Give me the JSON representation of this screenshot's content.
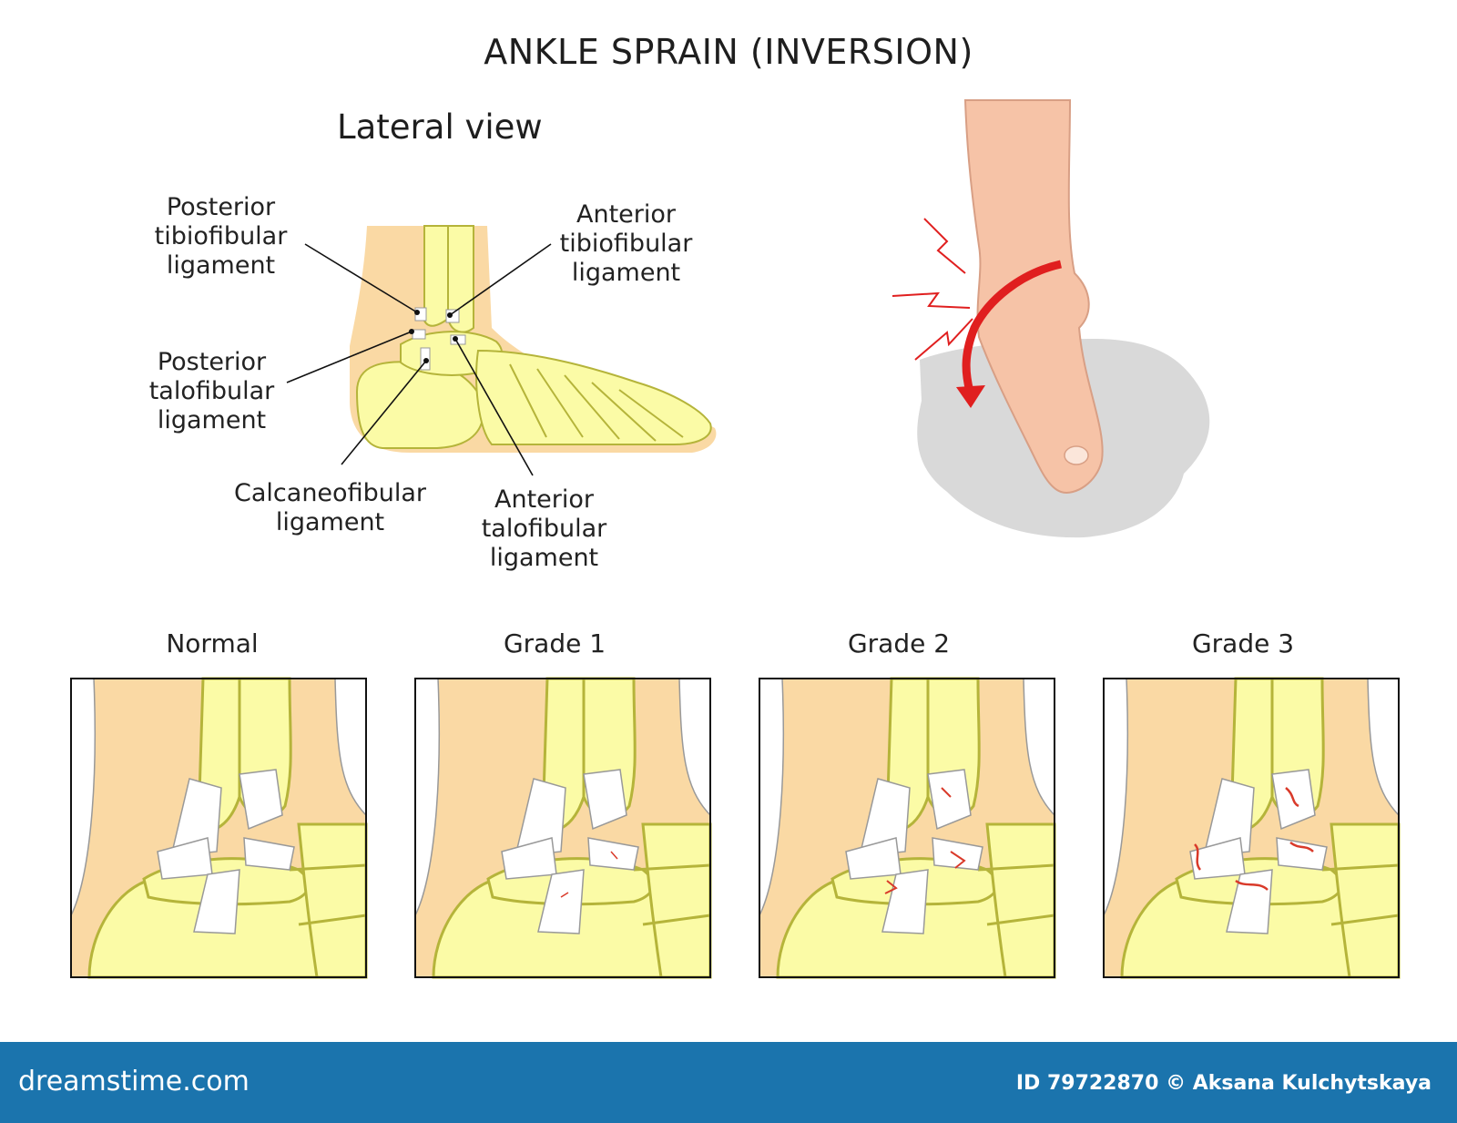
{
  "title": "ANKLE SPRAIN (INVERSION)",
  "subtitle": "Lateral view",
  "labels": {
    "posterior_tibiofibular": [
      "Posterior",
      "tibiofibular",
      "ligament"
    ],
    "anterior_tibiofibular": [
      "Anterior",
      "tibiofibular",
      "ligament"
    ],
    "posterior_talofibular": [
      "Posterior",
      "talofibular",
      "ligament"
    ],
    "calcaneofibular": [
      "Calcaneofibular",
      "ligament"
    ],
    "anterior_talofibular": [
      "Anterior",
      "talofibular",
      "ligament"
    ]
  },
  "panels": [
    "Normal",
    "Grade 1",
    "Grade 2",
    "Grade 3"
  ],
  "footer": {
    "brand": "dreamstime.com",
    "credit": "ID 79722870 © Aksana Kulchytskaya"
  },
  "colors": {
    "skin": "#fad9a4",
    "bone": "#fbfba6",
    "bone_outline": "#b5b43a",
    "ligament": "#ffffff",
    "tear": "#d93a2a",
    "footer": "#1b74ad",
    "arrow": "#e01f1f",
    "shadow": "#d9d9d9",
    "foot_skin": "#f6c3a7"
  }
}
